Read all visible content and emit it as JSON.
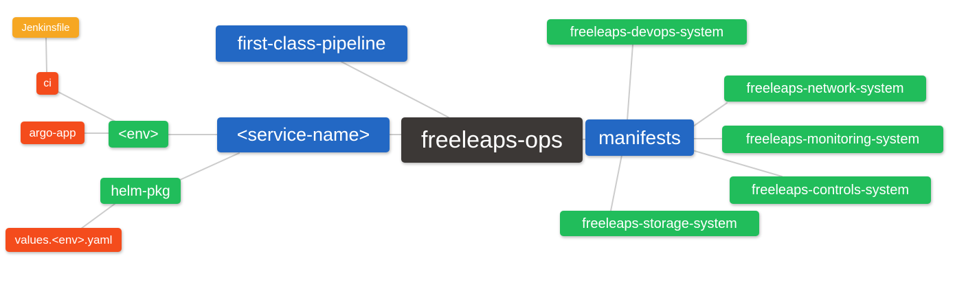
{
  "colors": {
    "blue": "#2368c4",
    "green": "#21bd5b",
    "red": "#f44c1c",
    "orange": "#f6a723",
    "dark": "#3c3836",
    "edge": "#cccccc",
    "background": "#ffffff",
    "text": "#ffffff"
  },
  "diagram": {
    "type": "mind-map",
    "root": {
      "label": "freeleaps-ops"
    },
    "nodes": {
      "jenkinsfile": {
        "label": "Jenkinsfile"
      },
      "ci": {
        "label": "ci"
      },
      "argo_app": {
        "label": "argo-app"
      },
      "env": {
        "label": "<env>"
      },
      "helm_pkg": {
        "label": "helm-pkg"
      },
      "values_env_yaml": {
        "label": "values.<env>.yaml"
      },
      "first_class_pipeline": {
        "label": "first-class-pipeline"
      },
      "service_name": {
        "label": "<service-name>"
      },
      "freeleaps_ops": {
        "label": "freeleaps-ops"
      },
      "manifests": {
        "label": "manifests"
      },
      "devops_system": {
        "label": "freeleaps-devops-system"
      },
      "network_system": {
        "label": "freeleaps-network-system"
      },
      "monitoring_system": {
        "label": "freeleaps-monitoring-system"
      },
      "controls_system": {
        "label": "freeleaps-controls-system"
      },
      "storage_system": {
        "label": "freeleaps-storage-system"
      }
    },
    "edges": [
      {
        "from": "jenkinsfile",
        "to": "ci"
      },
      {
        "from": "ci",
        "to": "env"
      },
      {
        "from": "argo_app",
        "to": "env"
      },
      {
        "from": "env",
        "to": "service_name"
      },
      {
        "from": "service_name",
        "to": "helm_pkg"
      },
      {
        "from": "helm_pkg",
        "to": "values_env_yaml"
      },
      {
        "from": "first_class_pipeline",
        "to": "freeleaps_ops"
      },
      {
        "from": "service_name",
        "to": "freeleaps_ops"
      },
      {
        "from": "freeleaps_ops",
        "to": "manifests"
      },
      {
        "from": "manifests",
        "to": "devops_system"
      },
      {
        "from": "manifests",
        "to": "network_system"
      },
      {
        "from": "manifests",
        "to": "monitoring_system"
      },
      {
        "from": "manifests",
        "to": "controls_system"
      },
      {
        "from": "manifests",
        "to": "storage_system"
      }
    ]
  }
}
